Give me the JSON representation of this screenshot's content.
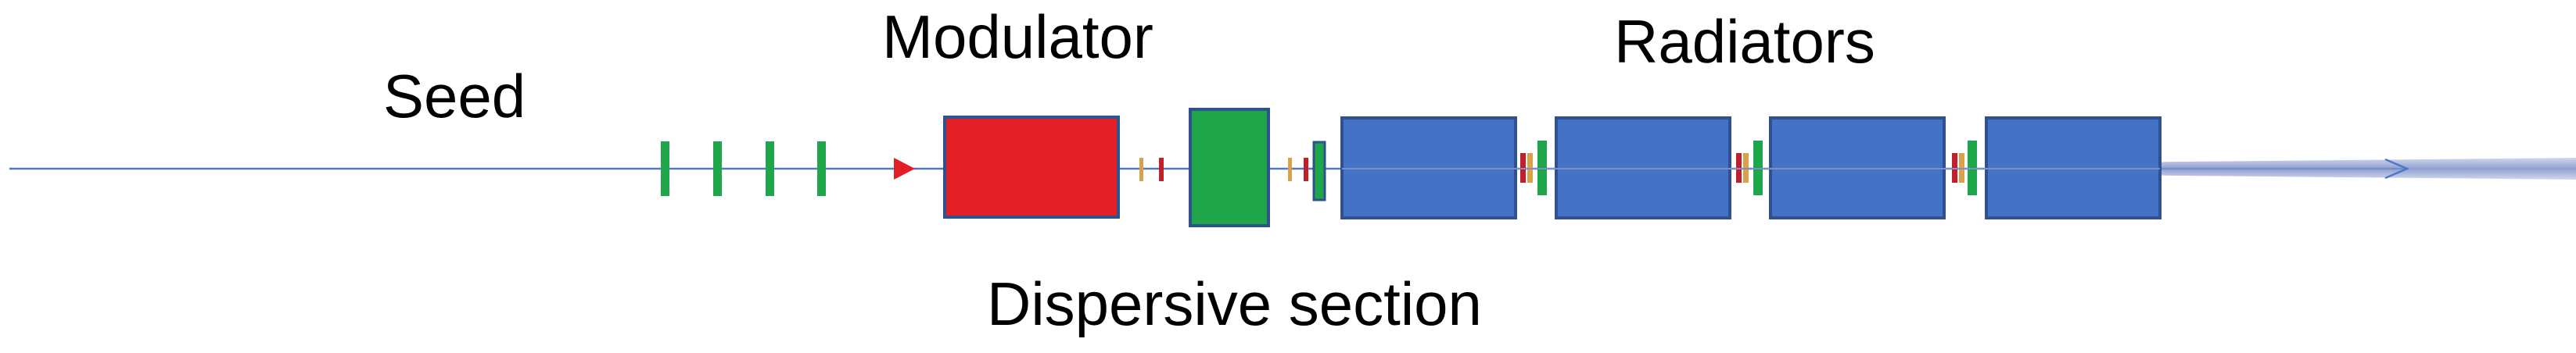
{
  "labels": {
    "seed": "Seed",
    "modulator": "Modulator",
    "radiators": "Radiators",
    "dispersive_section": "Dispersive section"
  },
  "colors": {
    "beamline": "#4f79c4",
    "quadrupole": "#20a64a",
    "modulator_fill": "#e21f26",
    "dispersive_fill": "#20a64a",
    "radiator_fill": "#4472c4",
    "outline": "#2f528f",
    "seed_arrow": "#e21f26",
    "corrector_orange": "#d9a24a",
    "corrector_red": "#c0202b",
    "output_beam": "#9aa9d8"
  },
  "components": {
    "seed_quadrupoles": 4,
    "radiator_count": 4
  }
}
